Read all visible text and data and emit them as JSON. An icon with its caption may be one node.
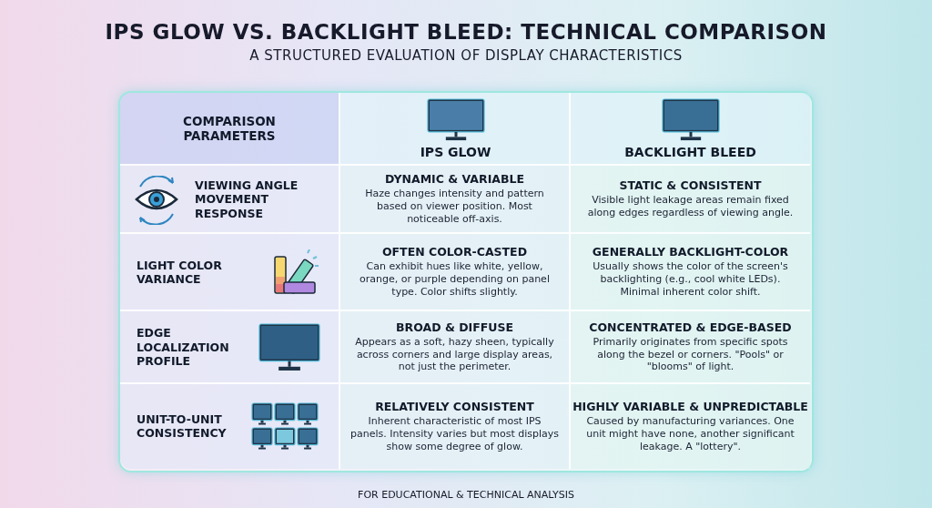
{
  "diagram": {
    "title": "IPS GLOW VS. BACKLIGHT BLEED: TECHNICAL COMPARISON",
    "caption": "FOR EDUCATIONAL & TECHNICAL ANALYSIS",
    "labels": [
      "A STRUCTURED EVALUATION OF DISPLAY CHARACTERISTICS",
      "COMPARISON PARAMETERS",
      "IPS GLOW",
      "BACKLIGHT BLEED",
      "VIEWING ANGLE MOVEMENT RESPONSE",
      "DYNAMIC & VARIABLE",
      "Haze changes intensity and pattern based on viewer position. Most noticeable off-axis.",
      "STATIC & CONSISTENT",
      "Visible light leakage areas remain fixed along edges regardless of viewing angle.",
      "LIGHT COLOR VARIANCE",
      "OFTEN COLOR-CASTED",
      "Can exhibit hues like white, yellow, orange, or purple depending on panel type. Color shifts slightly.",
      "GENERALLY BACKLIGHT-COLOR",
      "Usually shows the color of the screen's backlighting (e.g., cool white LEDs). Minimal inherent color shift.",
      "EDGE LOCALIZATION PROFILE",
      "BROAD & DIFFUSE",
      "Appears as a soft, hazy sheen, typically across corners and large display areas, not just the perimeter.",
      "CONCENTRATED & EDGE-BASED",
      "Primarily originates from specific spots along the bezel or corners. \"Pools\" or \"blooms\" of light.",
      "UNIT-TO-UNIT CONSISTENCY",
      "RELATIVELY CONSISTENT",
      "Inherent characteristic of most IPS panels. Intensity varies but most displays show some degree of glow.",
      "HIGHLY VARIABLE & UNPREDICTABLE",
      "Caused by manufacturing variances. One unit might have none, another significant leakage. A \"lottery\"."
    ]
  }
}
